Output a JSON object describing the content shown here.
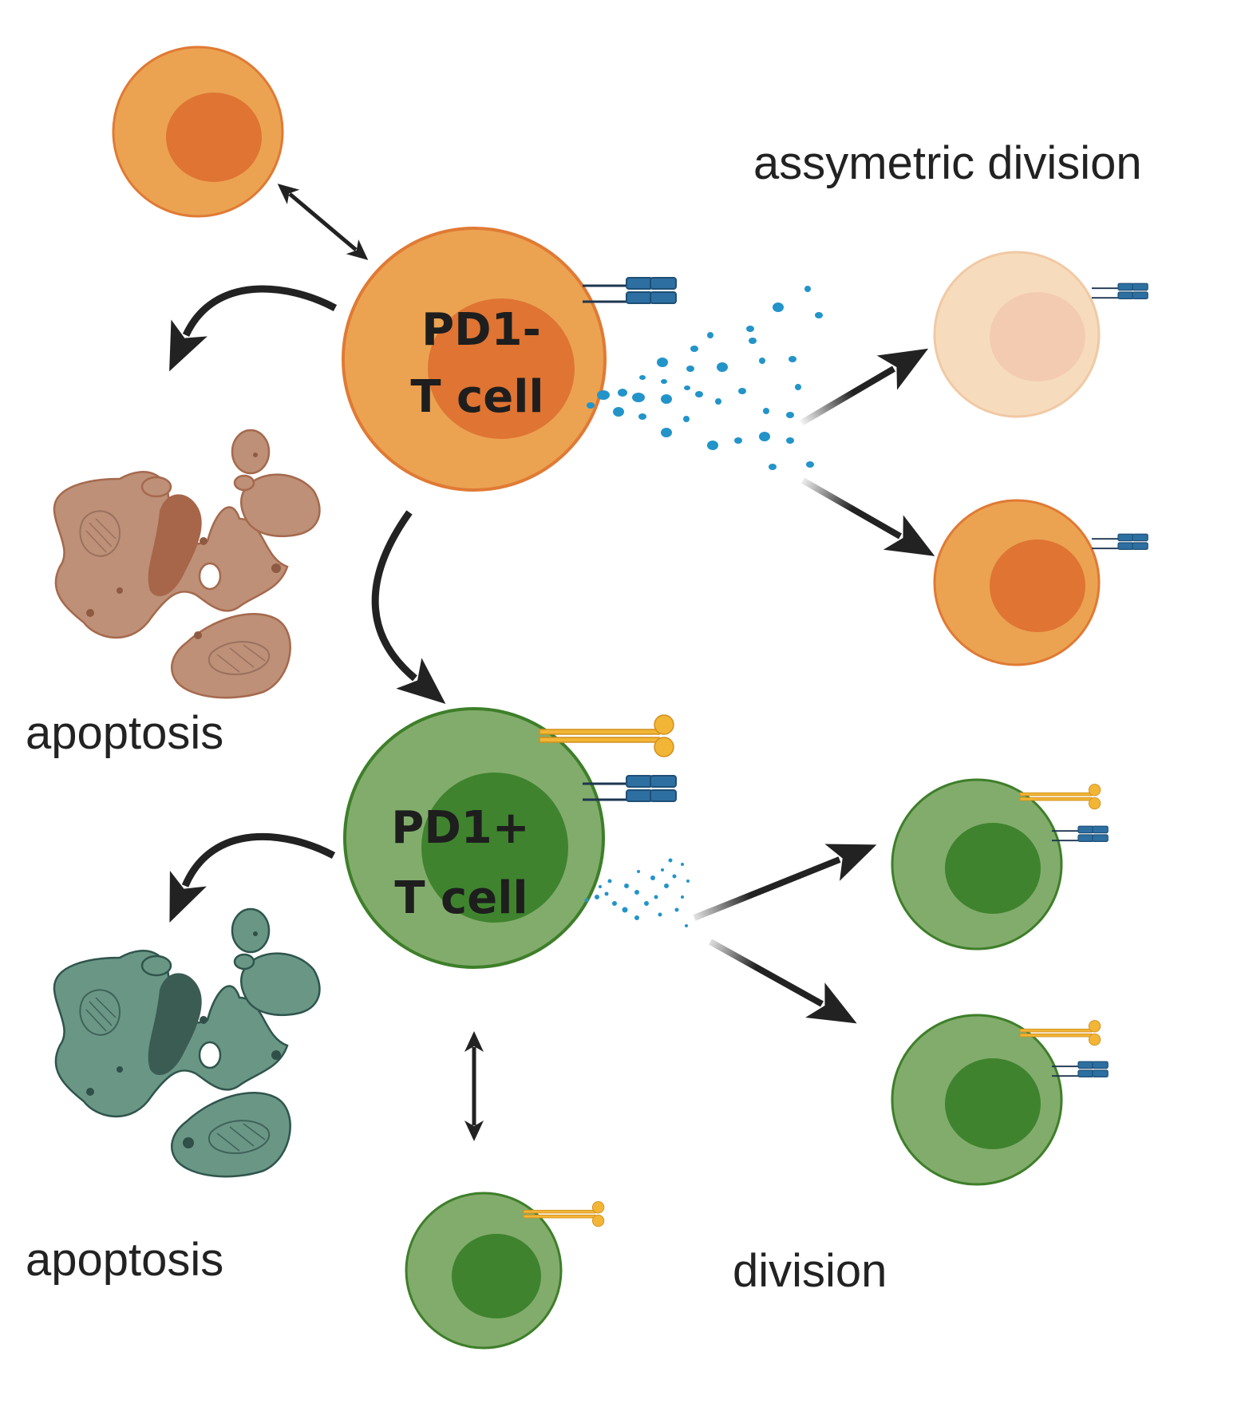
{
  "labels": {
    "pd1_neg_line1": "PD1-",
    "pd1_neg_line2": "T cell",
    "pd1_pos_line1": "PD1+",
    "pd1_pos_line2": "T cell",
    "assymetric_division": "assymetric division",
    "apoptosis_top": "apoptosis",
    "apoptosis_bottom": "apoptosis",
    "division": "division"
  },
  "colors": {
    "orange_body": "#eba352",
    "orange_nucleus": "#df7433",
    "orange_outline": "#e07a34",
    "pale_body": "#f6dcbd",
    "pale_nucleus": "#f3cbb0",
    "green_body": "#82ac6c",
    "green_nucleus": "#3f832e",
    "green_outline": "#3e7f2a",
    "brown_debris": "#bd9077",
    "brown_outline": "#a5694d",
    "teal_debris": "#6a9686",
    "teal_outline": "#2f554c",
    "receptor_blue": "#2d6fa1",
    "pd1_yellow": "#f2b535",
    "cytokine_blue": "#2294c9",
    "arrow": "#222222"
  },
  "icons": [
    "apoptotic-cell-icon",
    "tcr-receptor-icon",
    "pd1-receptor-icon",
    "cytokine-dots-icon"
  ]
}
